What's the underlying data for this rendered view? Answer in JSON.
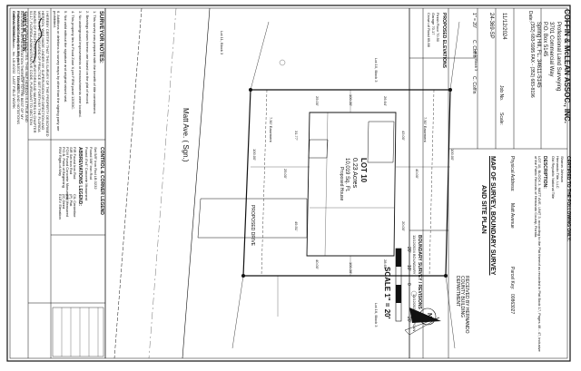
{
  "company": {
    "name": "COFFIN & McLEAN ASSOC., INC.",
    "subtitle": "Professional Land Surveying",
    "address1": "3701 Commercial Way",
    "address2": "P.O. Box 5145",
    "city": "Spring Hill, FL. 34611-5145",
    "phone": "(352) 683-5995  FAX - (352) 683-8196"
  },
  "certified": {
    "heading": "CERTIFIED TO THE FOLLOWING ONLY:",
    "lines": [
      "Sharon Johnson",
      "Hernando Title, LLC",
      "Old Republic National Title"
    ]
  },
  "description": {
    "heading": "DESCRIPTION:",
    "text": "LOT 10, BLOCK 3, MATT AVE, UNIT 3, according to the Plat thereof as recorded in Plat Book 17, Pages 46 - 47, inclusive of the Public Records of Hernando County, Florida."
  },
  "property_address": {
    "label": "Physical Address:",
    "value": "Matt Avenue"
  },
  "parcel": {
    "label": "Parcel Key:",
    "value": "00863027"
  },
  "title_block": {
    "title1": "MAP OF SURVEY, BOUNDARY SURVEY",
    "title2": "AND SITE PLAN"
  },
  "job": {
    "date_label": "Date:",
    "date": "11/12/2024",
    "job_label": "Job No.",
    "job": "24-369-SP",
    "scale_label": "Scale:",
    "scale": "1\" = 20'",
    "drawn_label": "Drawn By:",
    "drawn": "C. Coffin",
    "checked_label": "Checked:",
    "checked": "C. Coffin"
  },
  "notes": {
    "heading": "SURVEYOR NOTES:",
    "items": [
      "1. This survey was prepared with the benefit of title commitment.",
      "2. Bearings shown hereon are based on the plat of record.",
      "3. No underground improvements or encroachments were located.",
      "4. This property lies in Flood Zone X per FIRM panel 12053C.",
      "5. Not valid without the signature and original raised seal.",
      "6. Additions or deletions to survey maps by other than the signing party are prohibited."
    ]
  },
  "certification_text": "I HEREBY CERTIFY THAT THIS SURVEY OF THE PROPERTY DESCRIBED HEREON, WAS MADE UNDER MY SUPERVISION OR DIRECTION AND MEETS THE STANDARDS OF PRACTICE SET FORTH BY THE FLORIDA BOARD OF PROFESSIONAL SURVEYORS AND MAPPERS IN CHAPTER 5J-17, FLORIDA ADMINISTRATIVE CODE, PURSUANT TO SECTION 472.027 FLORIDA STATUTES. THIS MAP HEREON IS A TRUE AND ACCURATE REPRESENTATION THEREOF TO THE BEST OF MY KNOWLEDGE AND BELIEF, SUBJECT TO NOTES AND NOTATIONS SHOWN HEREON.",
  "signature": {
    "name": "JAMES W. COFFIN",
    "title": "Professional Surveyor & Mapper",
    "lic": "LS# 4917",
    "firm": "Coffin & McLean Assoc., Inc. LB #0232",
    "date": "11/12/2024",
    "field": "LAST FIELD WORK"
  },
  "legend": {
    "heading": "ABBREVIATIONS LEGEND:",
    "items": [
      "FIR Found Iron Rod",
      "SIR Set Iron Rod",
      "FCM Found Concrete Monument",
      "P.O.B. Point of Beginning",
      "R/W Right-of-Way",
      "C/L Centerline",
      "(P) Plat",
      "(M) Measured",
      "(D) Deed",
      "ELEV Elevation"
    ]
  },
  "control": {
    "heading": "CONTROL & CORNER LEGEND",
    "items": [
      "Set 5/8\" Iron Rod LB 0232",
      "Found 5/8\" Iron Rod",
      "Found 4\"x4\" Concrete Monument"
    ]
  },
  "site": {
    "lot_label": "LOT 10",
    "area_label": "0.23 Acres",
    "area_sqft": "10,019 Sq. Ft.",
    "street_label": "Matt Ave. ( Sgn.)",
    "proposed_label": "PROPOSED DRIVE",
    "house_label": "Proposed House",
    "easement_top": "7.50' Easement",
    "easement_bottom": "7.50' Easement",
    "lot_n": "Lot 10, Block 3",
    "lot_s": "Lot 16, Block 3",
    "lot_e": "Lot 9, Block 3",
    "lot_w": "Lot 11, Block 3",
    "dims": [
      "100.00'",
      "100.00'",
      "100.30'",
      "100.36'",
      "25.00'",
      "40.00'",
      "25.00'",
      "40.00'",
      "26.64'",
      "28.64'",
      "31.77'",
      "49.51'",
      "43.00'",
      "20.00'"
    ]
  },
  "north": {
    "label": "N"
  },
  "scale_bar": {
    "label": "SCALE 1\" = 20'",
    "ticks": [
      "20'",
      "10'",
      "0",
      "20'"
    ]
  },
  "elevations": {
    "heading": "PROPOSED ELEVATIONS",
    "items": [
      "Finish Floor 70.50",
      "Garage 70.17",
      "Crown of Road 69.88"
    ]
  },
  "revisions": {
    "heading": "BOUNDARY SURVEY / REVISIONS",
    "items": [
      "11/12/2024 BOUNDARY",
      "11/12/2024 SITE PLAN"
    ]
  },
  "dept": {
    "text": "RECEIVED BY HERNANDO COUNTY BUILDING DEPARTMENT"
  }
}
